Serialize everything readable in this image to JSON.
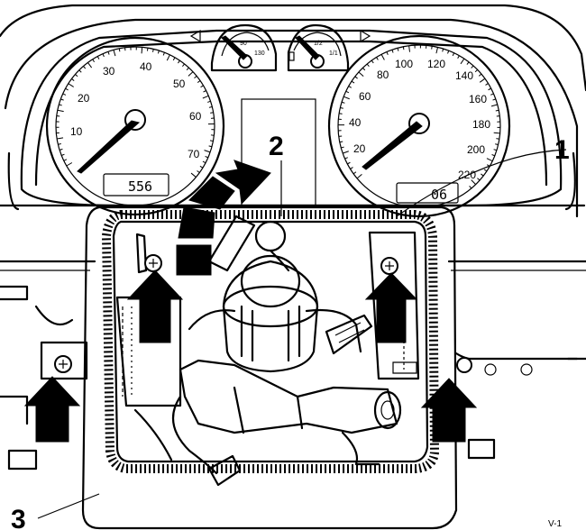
{
  "callouts": {
    "one": "1",
    "two": "2",
    "three": "3"
  },
  "speedometer": {
    "scale": [
      "10",
      "20",
      "30",
      "40",
      "50",
      "60",
      "70"
    ],
    "odometer": "556"
  },
  "tachometer": {
    "scale": [
      "20",
      "40",
      "60",
      "80",
      "100",
      "120",
      "140",
      "160",
      "180",
      "200",
      "220"
    ],
    "trip": "06"
  },
  "temp_gauge": {
    "label": "90",
    "max": "130"
  },
  "fuel_gauge": {
    "label": "1/2",
    "max": "1/1"
  },
  "reference": "V-1"
}
